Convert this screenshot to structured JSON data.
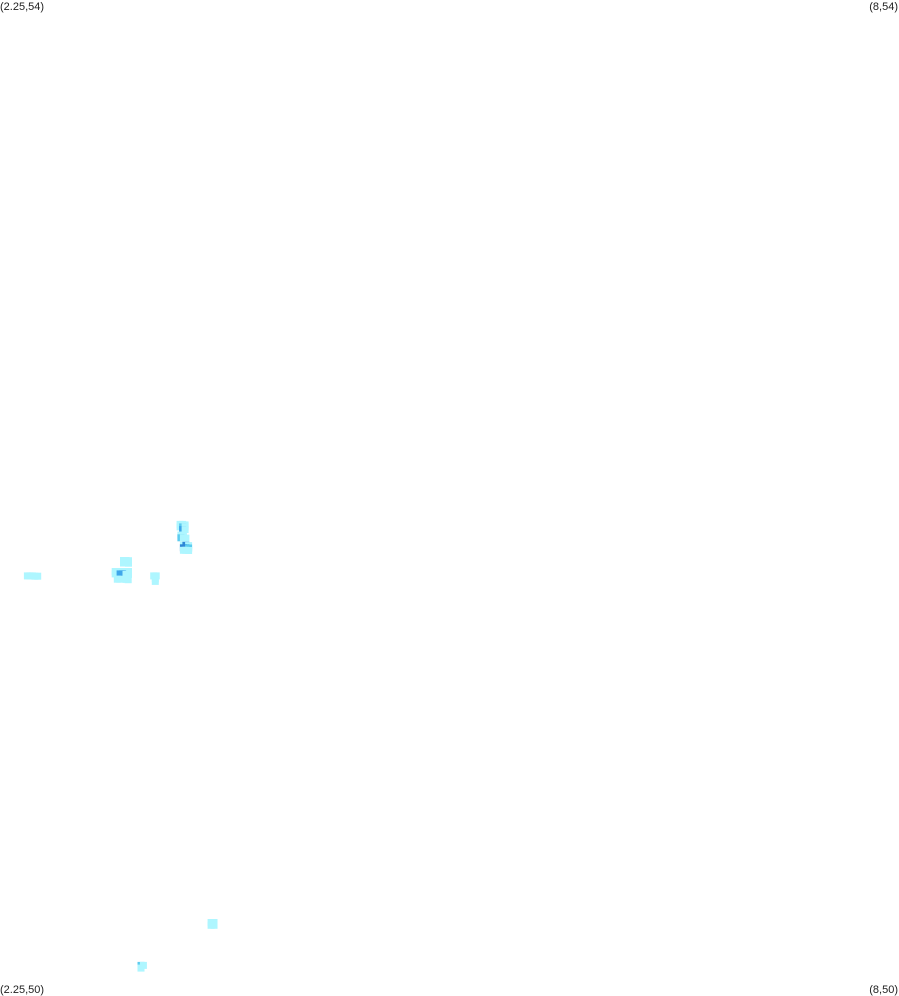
{
  "corners": {
    "top_left": "(2.25,54)",
    "top_right": "(8,54)",
    "bottom_left": "(2.25,50)",
    "bottom_right": "(8,50)"
  },
  "palette": {
    "light": "#aef6ff",
    "medium": "#5ccbef",
    "strong": "#3ea6ea",
    "dark": "#2f86d6"
  },
  "map_data": {
    "type": "heatmap",
    "xlim": [
      2.25,
      8
    ],
    "ylim": [
      50,
      54
    ],
    "points": [
      {
        "lon": 3.152,
        "lat": 50.123,
        "level": "medium"
      },
      {
        "lon": 3.167,
        "lat": 50.123,
        "level": "light"
      },
      {
        "lon": 3.152,
        "lat": 50.112,
        "level": "light"
      },
      {
        "lon": 3.6,
        "lat": 50.295,
        "level": "light"
      },
      {
        "lon": 3.619,
        "lat": 50.295,
        "level": "light"
      },
      {
        "lon": 3.6,
        "lat": 50.284,
        "level": "light"
      },
      {
        "lon": 3.619,
        "lat": 50.284,
        "level": "light"
      },
      {
        "lon": 2.987,
        "lat": 51.705,
        "level": "light"
      },
      {
        "lon": 3.003,
        "lat": 51.705,
        "level": "light"
      },
      {
        "lon": 3.018,
        "lat": 51.705,
        "level": "light"
      },
      {
        "lon": 3.034,
        "lat": 51.705,
        "level": "light"
      },
      {
        "lon": 3.072,
        "lat": 51.705,
        "level": "light"
      },
      {
        "lon": 2.987,
        "lat": 51.695,
        "level": "light"
      },
      {
        "lon": 3.003,
        "lat": 51.695,
        "level": "light"
      },
      {
        "lon": 3.018,
        "lat": 51.695,
        "level": "strong"
      },
      {
        "lon": 3.034,
        "lat": 51.695,
        "level": "strong"
      },
      {
        "lon": 3.056,
        "lat": 51.693,
        "level": "light"
      },
      {
        "lon": 3.072,
        "lat": 51.693,
        "level": "light"
      },
      {
        "lon": 3.0,
        "lat": 51.674,
        "level": "light"
      },
      {
        "lon": 3.016,
        "lat": 51.674,
        "level": "light"
      },
      {
        "lon": 3.056,
        "lat": 51.673,
        "level": "light"
      },
      {
        "lon": 3.07,
        "lat": 51.672,
        "level": "light"
      },
      {
        "lon": 3.04,
        "lat": 51.749,
        "level": "light"
      },
      {
        "lon": 3.056,
        "lat": 51.749,
        "level": "light"
      },
      {
        "lon": 3.072,
        "lat": 51.748,
        "level": "light"
      },
      {
        "lon": 3.04,
        "lat": 51.739,
        "level": "light"
      },
      {
        "lon": 3.056,
        "lat": 51.739,
        "level": "light"
      },
      {
        "lon": 3.072,
        "lat": 51.738,
        "level": "light"
      },
      {
        "lon": 2.425,
        "lat": 51.687,
        "level": "light"
      },
      {
        "lon": 2.441,
        "lat": 51.687,
        "level": "light"
      },
      {
        "lon": 2.457,
        "lat": 51.687,
        "level": "light"
      },
      {
        "lon": 2.473,
        "lat": 51.686,
        "level": "light"
      },
      {
        "lon": 2.491,
        "lat": 51.686,
        "level": "light"
      },
      {
        "lon": 3.233,
        "lat": 51.687,
        "level": "light"
      },
      {
        "lon": 3.249,
        "lat": 51.687,
        "level": "light"
      },
      {
        "lon": 3.243,
        "lat": 51.676,
        "level": "light"
      },
      {
        "lon": 3.243,
        "lat": 51.665,
        "level": "light"
      },
      {
        "lon": 3.402,
        "lat": 51.894,
        "level": "light"
      },
      {
        "lon": 3.418,
        "lat": 51.894,
        "level": "light"
      },
      {
        "lon": 3.434,
        "lat": 51.892,
        "level": "light"
      },
      {
        "lon": 3.402,
        "lat": 51.884,
        "level": "light"
      },
      {
        "lon": 3.418,
        "lat": 51.884,
        "level": "medium"
      },
      {
        "lon": 3.434,
        "lat": 51.884,
        "level": "light"
      },
      {
        "lon": 3.418,
        "lat": 51.873,
        "level": "strong"
      },
      {
        "lon": 3.434,
        "lat": 51.873,
        "level": "light"
      },
      {
        "lon": 3.407,
        "lat": 51.851,
        "level": "light"
      },
      {
        "lon": 3.423,
        "lat": 51.851,
        "level": "light"
      },
      {
        "lon": 3.407,
        "lat": 51.84,
        "level": "medium"
      },
      {
        "lon": 3.423,
        "lat": 51.84,
        "level": "light"
      },
      {
        "lon": 3.439,
        "lat": 51.839,
        "level": "light"
      },
      {
        "lon": 3.423,
        "lat": 51.81,
        "level": "light"
      },
      {
        "lon": 3.439,
        "lat": 51.81,
        "level": "dark"
      },
      {
        "lon": 3.456,
        "lat": 51.809,
        "level": "light"
      },
      {
        "lon": 3.423,
        "lat": 51.8,
        "level": "dark"
      },
      {
        "lon": 3.439,
        "lat": 51.8,
        "level": "dark"
      },
      {
        "lon": 3.456,
        "lat": 51.799,
        "level": "medium"
      },
      {
        "lon": 3.423,
        "lat": 51.79,
        "level": "light"
      },
      {
        "lon": 3.439,
        "lat": 51.79,
        "level": "light"
      },
      {
        "lon": 3.456,
        "lat": 51.789,
        "level": "light"
      }
    ]
  }
}
